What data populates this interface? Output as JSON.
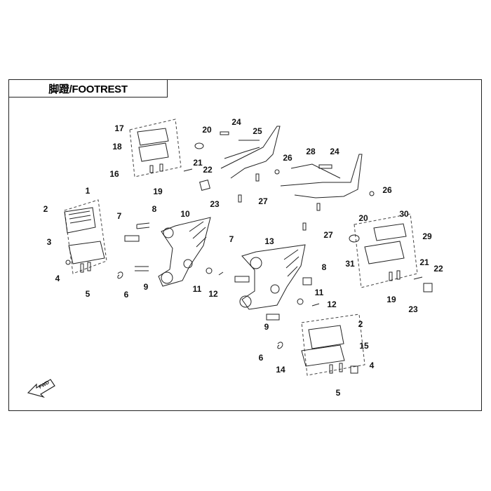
{
  "title": "脚蹬/FOOTREST",
  "fwd_label": "FWD",
  "colors": {
    "line": "#222222",
    "background": "#ffffff"
  },
  "callouts": [
    "17",
    "20",
    "24",
    "25",
    "18",
    "21",
    "22",
    "26",
    "28",
    "24",
    "16",
    "19",
    "23",
    "27",
    "26",
    "1",
    "2",
    "8",
    "10",
    "7",
    "20",
    "30",
    "27",
    "29",
    "3",
    "13",
    "7",
    "31",
    "21",
    "22",
    "8",
    "4",
    "9",
    "11",
    "12",
    "5",
    "6",
    "11",
    "12",
    "19",
    "23",
    "9",
    "2",
    "15",
    "6",
    "4",
    "14",
    "5"
  ]
}
